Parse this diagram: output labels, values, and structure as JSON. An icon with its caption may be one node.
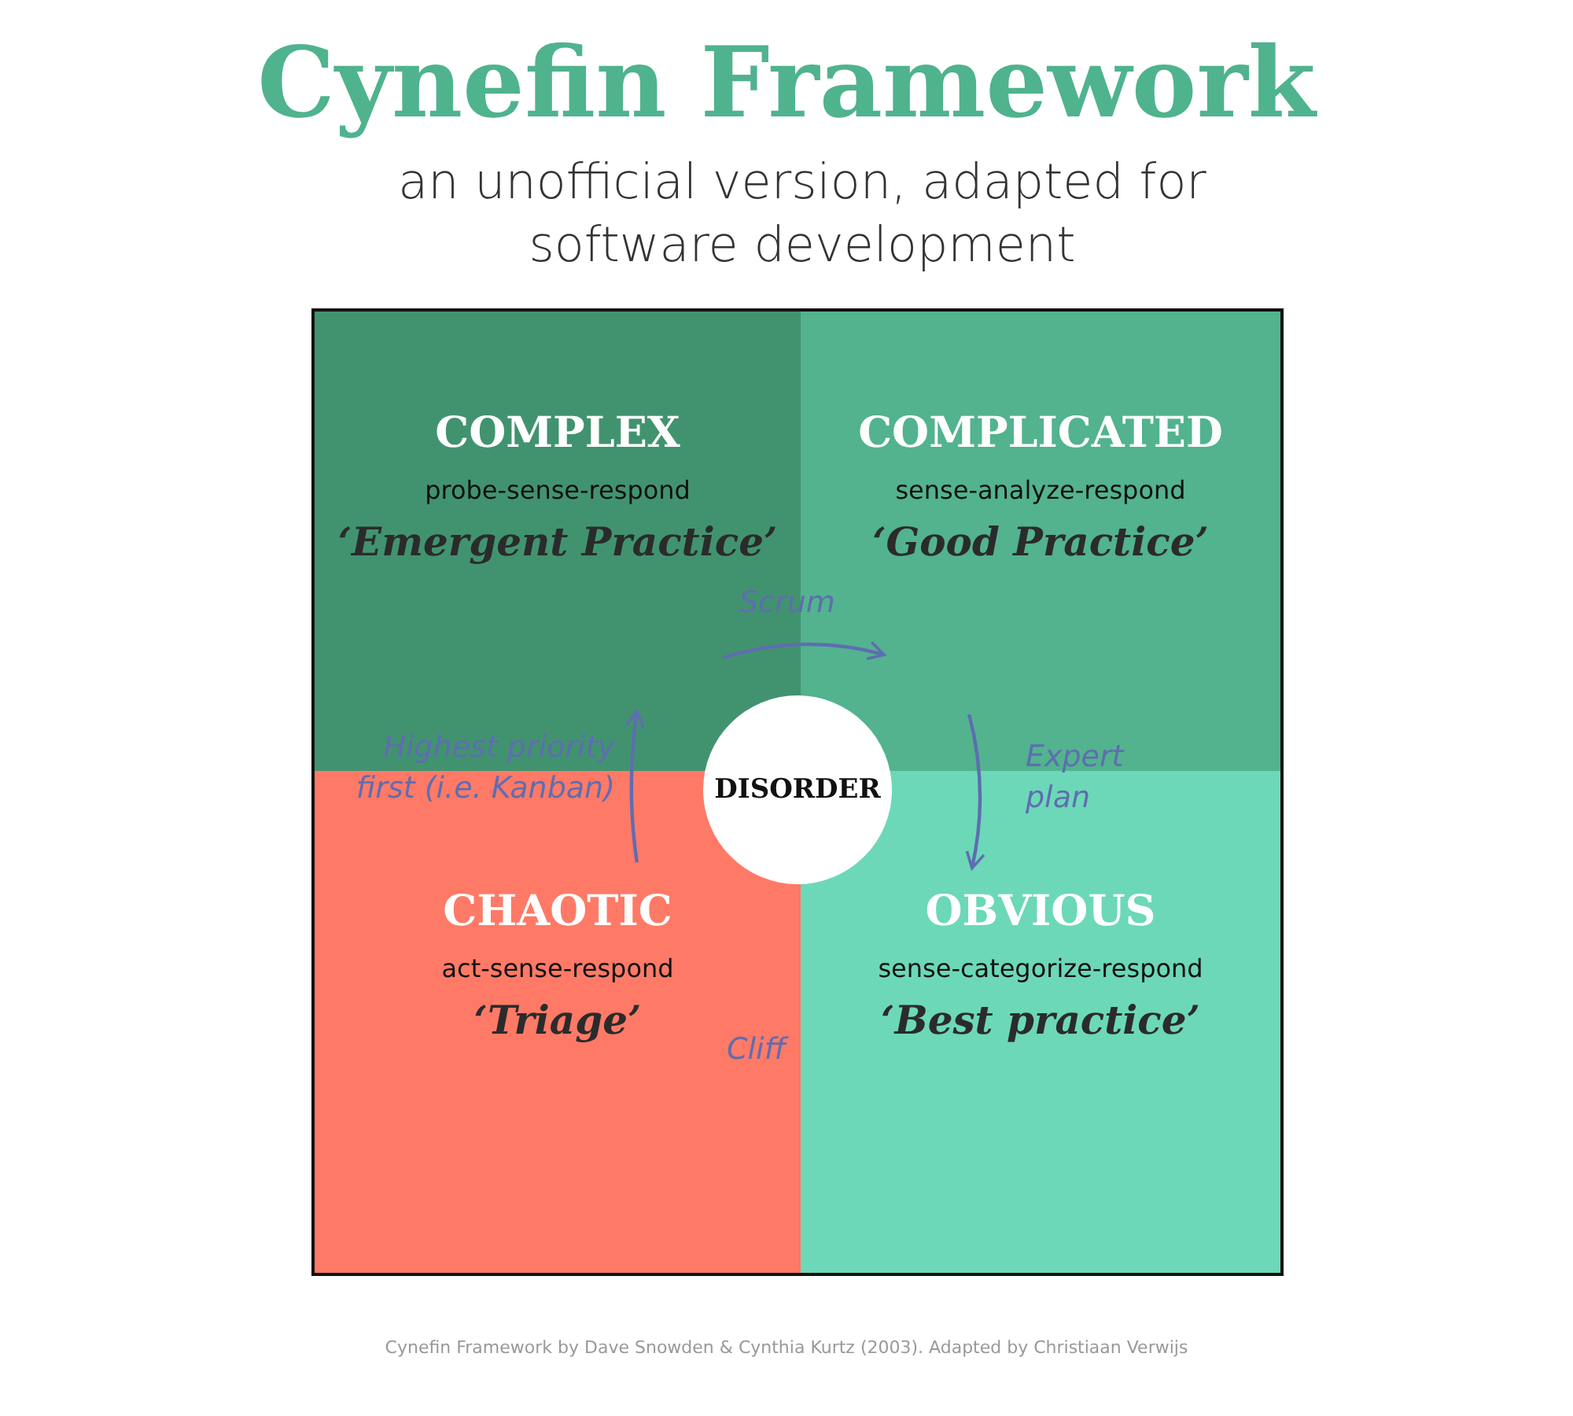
{
  "diagram": {
    "title": "Cynefin Framework",
    "caption": "Cynefin Framework by Dave Snowden & Cynthia Kurtz (2003). Adapted by Christiaan Verwijs",
    "nodes": [
      {
        "text": [
          "COMPLEX",
          "probe-sense-respond",
          "‘Emergent Practice’"
        ]
      },
      {
        "text": [
          "COMPLICATED",
          "sense-analyze-respond",
          "‘Good Practice’"
        ]
      },
      {
        "text": [
          "DISORDER"
        ]
      },
      {
        "text": [
          "CHAOTIC",
          "act-sense-respond",
          "‘Triage’"
        ]
      },
      {
        "text": [
          "OBVIOUS",
          "sense-categorize-respond",
          "‘Best practice’"
        ]
      }
    ],
    "edges": [
      {
        "from": 0,
        "to": 1,
        "arrow": "to",
        "label": "Scrum"
      },
      {
        "from": 1,
        "to": 4,
        "arrow": "to",
        "label": "Expert plan"
      },
      {
        "from": 3,
        "to": 0,
        "arrow": "to",
        "label": "Highest priority first (i.e. Kanban)"
      }
    ],
    "labels": [
      "an unofficial version, adapted for software development",
      "Cliff"
    ]
  }
}
